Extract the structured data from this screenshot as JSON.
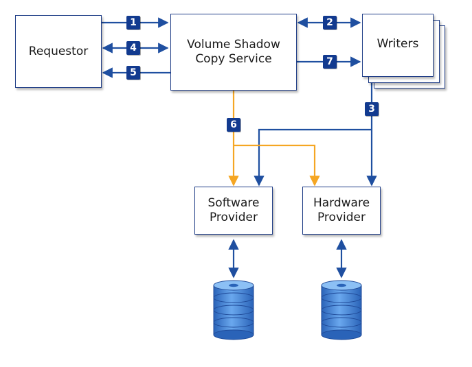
{
  "requestor": {
    "label": "Requestor"
  },
  "vss": {
    "line1": "Volume Shadow",
    "line2": "Copy Service"
  },
  "writers": {
    "label": "Writers"
  },
  "software_provider": {
    "line1": "Software",
    "line2": "Provider"
  },
  "hardware_provider": {
    "line1": "Hardware",
    "line2": "Provider"
  },
  "steps": [
    "1",
    "2",
    "3",
    "4",
    "5",
    "6",
    "7"
  ],
  "colors": {
    "blue": "#1f4fa0",
    "orange": "#f5a623",
    "badge": "#123a8f",
    "disk": "#3d7fd6"
  },
  "icons": [
    "disk-stack-icon"
  ]
}
